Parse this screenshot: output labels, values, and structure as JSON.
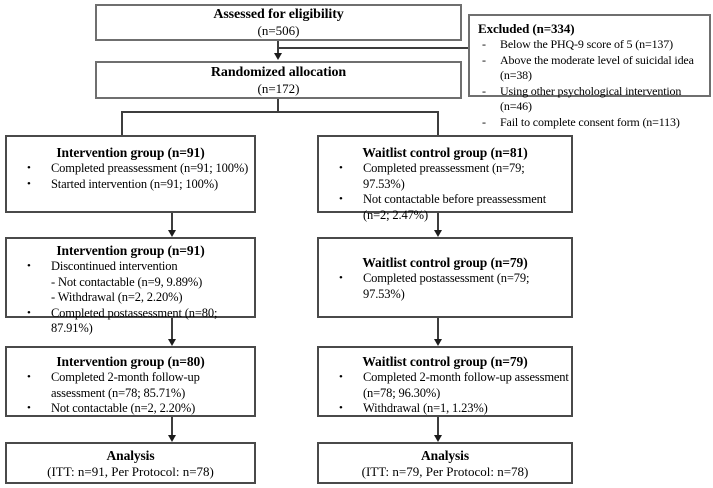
{
  "glyphs": {
    "bullet": "•",
    "dash": "-"
  },
  "colors": {
    "background": "#ffffff",
    "text": "#000000",
    "box_border": "#595959",
    "connector_line": "#3d3d3d"
  },
  "flow": {
    "assessed": {
      "title": "Assessed for eligibility",
      "n": "(n=506)"
    },
    "excluded": {
      "title": "Excluded (n=334)",
      "items": [
        "Below the PHQ-9 score of 5 (n=137)",
        "Above the moderate level of suicidal idea (n=38)",
        "Using other psychological intervention (n=46)",
        "Fail to complete consent form (n=113)"
      ]
    },
    "randomized": {
      "title": "Randomized allocation",
      "n": "(n=172)"
    },
    "intervention": {
      "box1": {
        "title": "Intervention group (n=91)",
        "bullets": [
          "Completed preassessment (n=91; 100%)",
          "Started intervention (n=91; 100%)"
        ]
      },
      "box2": {
        "title": "Intervention group (n=91)",
        "bullet1": "Discontinued intervention",
        "sub1": "- Not contactable (n=9, 9.89%)",
        "sub2": "- Withdrawal (n=2, 2.20%)",
        "bullet2": "Completed postassessment (n=80; 87.91%)"
      },
      "box3": {
        "title": "Intervention group (n=80)",
        "bullets": [
          "Completed 2-month follow-up assessment (n=78; 85.71%)",
          "Not contactable (n=2, 2.20%)"
        ]
      },
      "analysis": {
        "title": "Analysis",
        "detail": "(ITT: n=91, Per Protocol: n=78)"
      }
    },
    "waitlist": {
      "box1": {
        "title": "Waitlist control group (n=81)",
        "bullets": [
          "Completed preassessment (n=79; 97.53%)",
          "Not contactable before preassessment (n=2; 2.47%)"
        ]
      },
      "box2": {
        "title": "Waitlist control group (n=79)",
        "bullets": [
          "Completed postassessment (n=79; 97.53%)"
        ]
      },
      "box3": {
        "title": "Waitlist control group (n=79)",
        "bullets": [
          "Completed 2-month follow-up assessment (n=78; 96.30%)",
          "Withdrawal (n=1, 1.23%)"
        ]
      },
      "analysis": {
        "title": "Analysis",
        "detail": "(ITT: n=79, Per Protocol: n=78)"
      }
    }
  }
}
